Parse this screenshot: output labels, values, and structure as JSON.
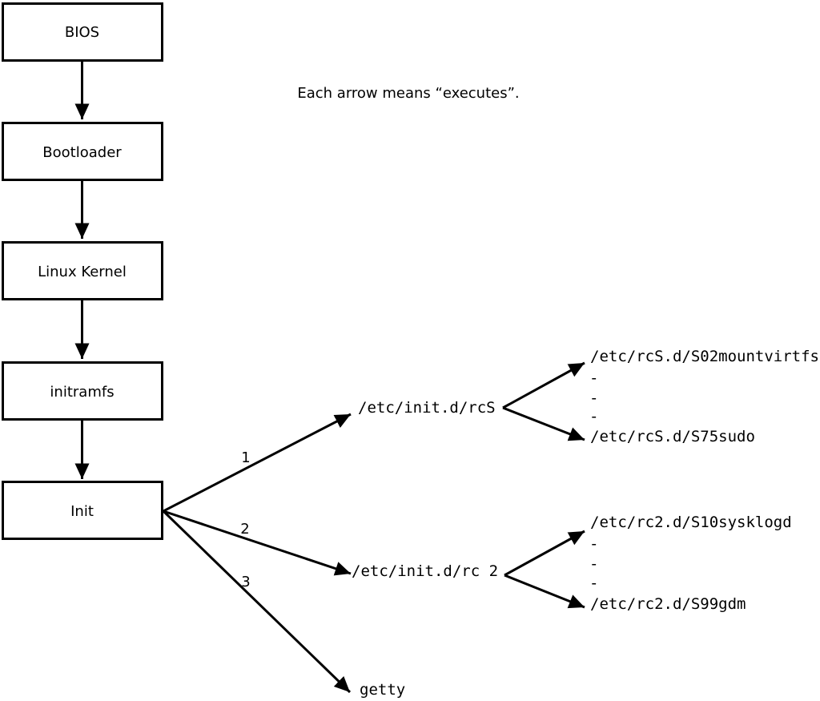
{
  "note": "Each arrow means “executes”.",
  "chain": [
    {
      "label": "BIOS"
    },
    {
      "label": "Bootloader"
    },
    {
      "label": "Linux Kernel"
    },
    {
      "label": "initramfs"
    },
    {
      "label": "Init"
    }
  ],
  "branches": [
    {
      "number": "1",
      "target": "/etc/init.d/rcS",
      "scripts": {
        "first": "/etc/rcS.d/S02mountvirtfs",
        "ellipsis": [
          "-",
          "-",
          "-"
        ],
        "last": "/etc/rcS.d/S75sudo"
      }
    },
    {
      "number": "2",
      "target": "/etc/init.d/rc 2",
      "scripts": {
        "first": "/etc/rc2.d/S10sysklogd",
        "ellipsis": [
          "-",
          "-",
          "-"
        ],
        "last": "/etc/rc2.d/S99gdm"
      }
    },
    {
      "number": "3",
      "target": "getty"
    }
  ],
  "colors": {
    "ink": "#000000",
    "background": "#ffffff"
  }
}
